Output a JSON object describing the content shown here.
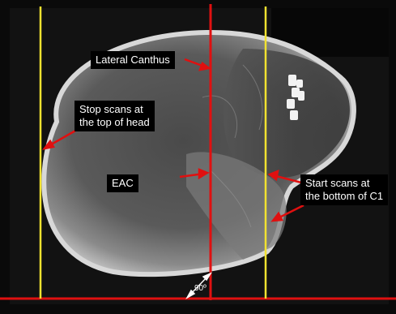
{
  "image": {
    "labels": {
      "lateral_canthus": "Lateral Canthus",
      "stop_scans_line1": "Stop scans at",
      "stop_scans_line2": "the top of head",
      "eac": "EAC",
      "start_scans_line1": "Start scans at",
      "start_scans_line2": "the bottom of C1",
      "angle": "90º"
    },
    "colors": {
      "red_line": "#e01010",
      "yellow_line": "#f2e230",
      "background": "#0a0a0a"
    }
  }
}
